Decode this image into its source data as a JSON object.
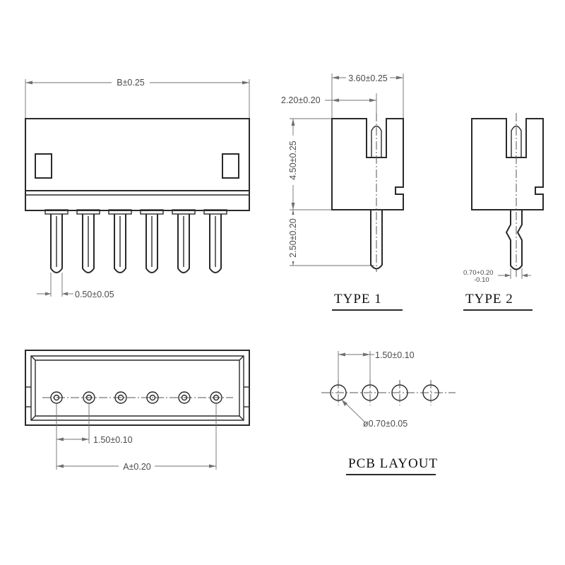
{
  "front_view": {
    "width_dim": "B±0.25",
    "pin_width_dim": "0.50±0.05"
  },
  "type1_view": {
    "width_dim": "3.60±0.25",
    "slot_dim": "2.20±0.20",
    "body_height_dim": "4.50±0.25",
    "pin_length_dim": "2.50±0.20",
    "label": "TYPE   1"
  },
  "type2_view": {
    "tolerance_main": "0.70+0.20",
    "tolerance_sub": "-0.10",
    "label": "TYPE   2"
  },
  "top_view": {
    "pitch_dim": "1.50±0.10",
    "span_dim": "A±0.20"
  },
  "pcb_layout": {
    "pitch_dim": "1.50±0.10",
    "hole_dim": "ø0.70±0.05",
    "label": "PCB LAYOUT"
  }
}
